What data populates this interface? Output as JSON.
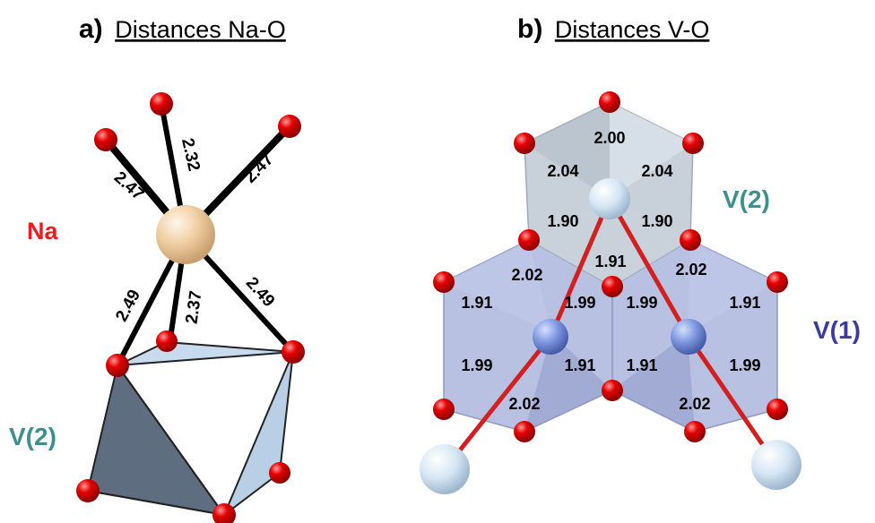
{
  "panel_a": {
    "letter": "a)",
    "caption": "Distances Na-O",
    "na_label": "Na",
    "v2_label": "V(2)",
    "distances": [
      "2.47",
      "2.32",
      "2.47",
      "2.49",
      "2.37",
      "2.49"
    ]
  },
  "panel_b": {
    "letter": "b)",
    "caption": "Distances V-O",
    "v2_label": "V(2)",
    "v1_label": "V(1)",
    "v2_distances": [
      "2.00",
      "2.04",
      "2.04",
      "1.90",
      "1.90",
      "1.91"
    ],
    "v1_left_distances": [
      "2.02",
      "1.91",
      "1.99",
      "1.99",
      "1.91",
      "2.02"
    ],
    "v1_right_distances": [
      "2.02",
      "1.99",
      "1.91",
      "1.91",
      "1.99",
      "2.02"
    ]
  },
  "colors": {
    "oxygen": "#e00000",
    "sodium": "#f3d2a8",
    "vanadium_v1": "#7f98e0",
    "vanadium_v2": "#dbe8f3",
    "bond_na": "#000000",
    "bond_v": "#d21f1f",
    "na_label": "#ee1c1c",
    "v2_label": "#3f8f8f",
    "v1_label": "#3a3aa0",
    "poly_v2": "#c2ccd6",
    "poly_v1": "#a9b3dc",
    "poly_a_dark": "#5e6e80",
    "poly_a_light": "#b9cfe6"
  }
}
